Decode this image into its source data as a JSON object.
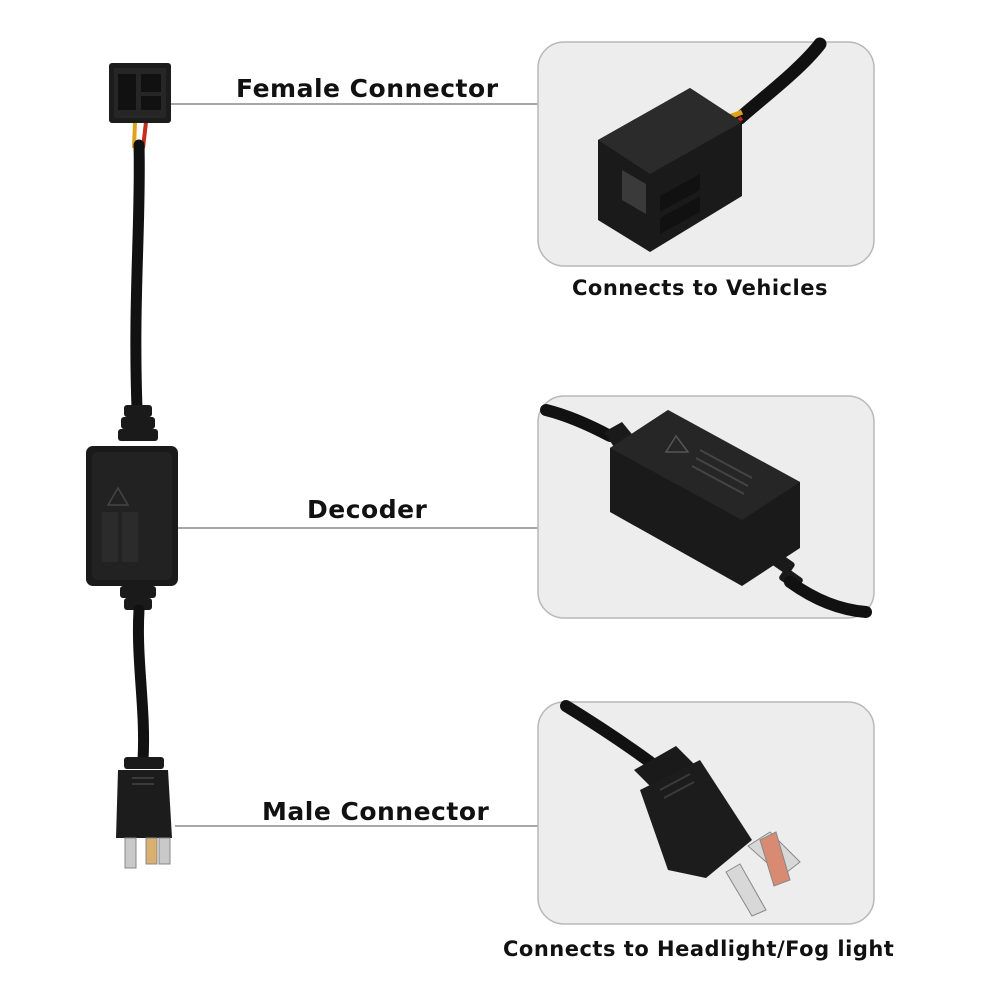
{
  "labels": {
    "female_connector": "Female Connector",
    "decoder": "Decoder",
    "male_connector": "Male Connector"
  },
  "captions": {
    "vehicles": "Connects to Vehicles",
    "headlight": "Connects to Headlight/Fog light"
  },
  "colors": {
    "background": "#ffffff",
    "panel": "#ededed",
    "panel_border": "#b8b8b8",
    "cable": "#111111",
    "leader_line": "#8a8a8a",
    "wire_yellow": "#e0a21a",
    "wire_red": "#c92a1e",
    "pin_metal": "#c9c9c9"
  }
}
